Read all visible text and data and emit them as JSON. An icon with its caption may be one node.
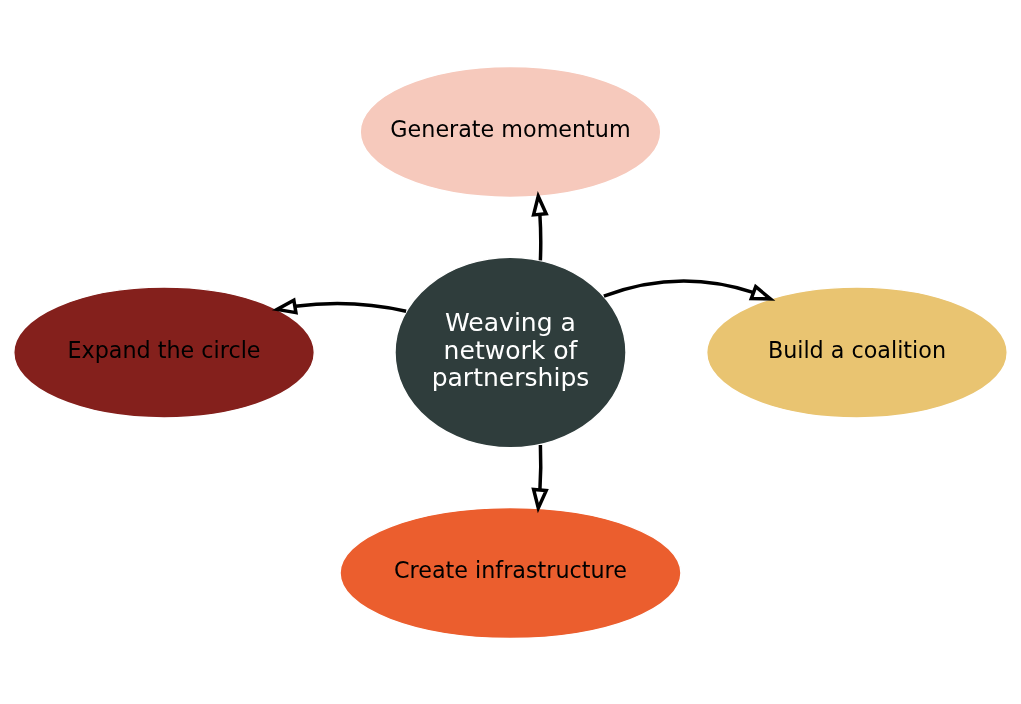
{
  "diagram": {
    "nodes": [
      {
        "text": [
          "Generate momentum"
        ]
      },
      {
        "text": [
          "Expand the circle"
        ]
      },
      {
        "text": [
          "Weaving a network of partnerships"
        ]
      },
      {
        "text": [
          "Build a coalition"
        ]
      },
      {
        "text": [
          "Create infrastructure"
        ]
      }
    ],
    "edges": [
      {
        "from": 2,
        "to": 0,
        "arrow": "to"
      },
      {
        "from": 2,
        "to": 1,
        "arrow": "to"
      },
      {
        "from": 2,
        "to": 3,
        "arrow": "to"
      },
      {
        "from": 2,
        "to": 4,
        "arrow": "to"
      }
    ]
  }
}
